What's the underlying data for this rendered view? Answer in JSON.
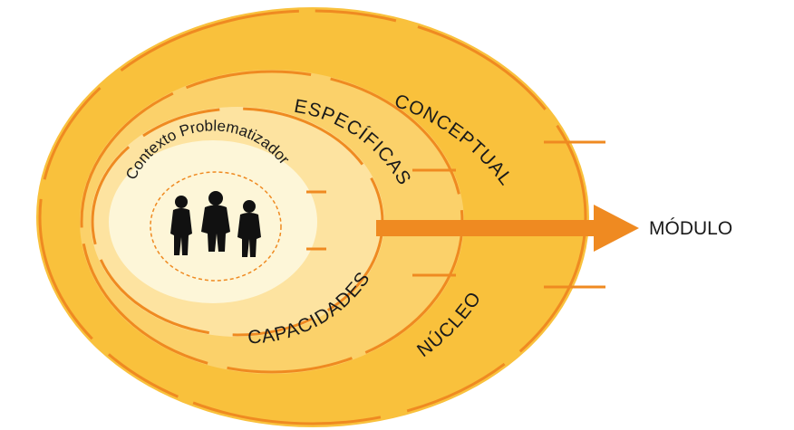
{
  "diagram": {
    "outer_ring_top_label": "CONCEPTUAL",
    "outer_ring_bottom_label": "NÚCLEO",
    "middle_ring_top_label": "ESPECÍFICAS",
    "middle_ring_bottom_label": "CAPACIDADES",
    "center_label": "Contexto Problematizador",
    "arrow_label": "MÓDULO",
    "center_icon": "people-group-icon",
    "colors": {
      "outer_ring": "#f9c13c",
      "middle_ring": "#fbd16a",
      "inner_ring": "#fde3a0",
      "center_disc": "#fdf6d8",
      "accent": "#ef8a21"
    }
  }
}
